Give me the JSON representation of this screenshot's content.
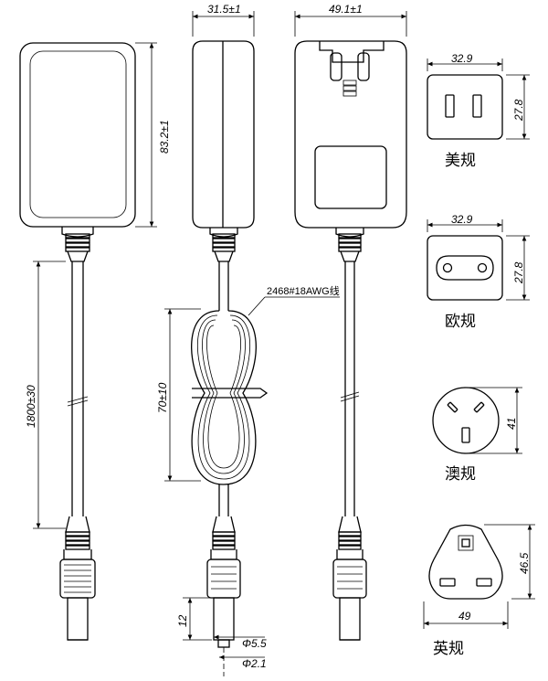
{
  "dimensions": {
    "width_top": "31.5±1",
    "width_back": "49.1±1",
    "height_body": "83.2±1",
    "cable_length": "1800±30",
    "coil_length": "70±10",
    "cable_spec": "2468#18AWG线",
    "plug_length": "12",
    "plug_outer_dia": "Φ5.5",
    "plug_inner_dia": "Φ2.1"
  },
  "plugs": {
    "us": {
      "label": "美规",
      "width": "32.9",
      "height": "27.8"
    },
    "eu": {
      "label": "欧规",
      "width": "32.9",
      "height": "27.8"
    },
    "au": {
      "label": "澳规",
      "dia": "41"
    },
    "uk": {
      "label": "英规",
      "width": "49",
      "height": "46.5"
    }
  }
}
